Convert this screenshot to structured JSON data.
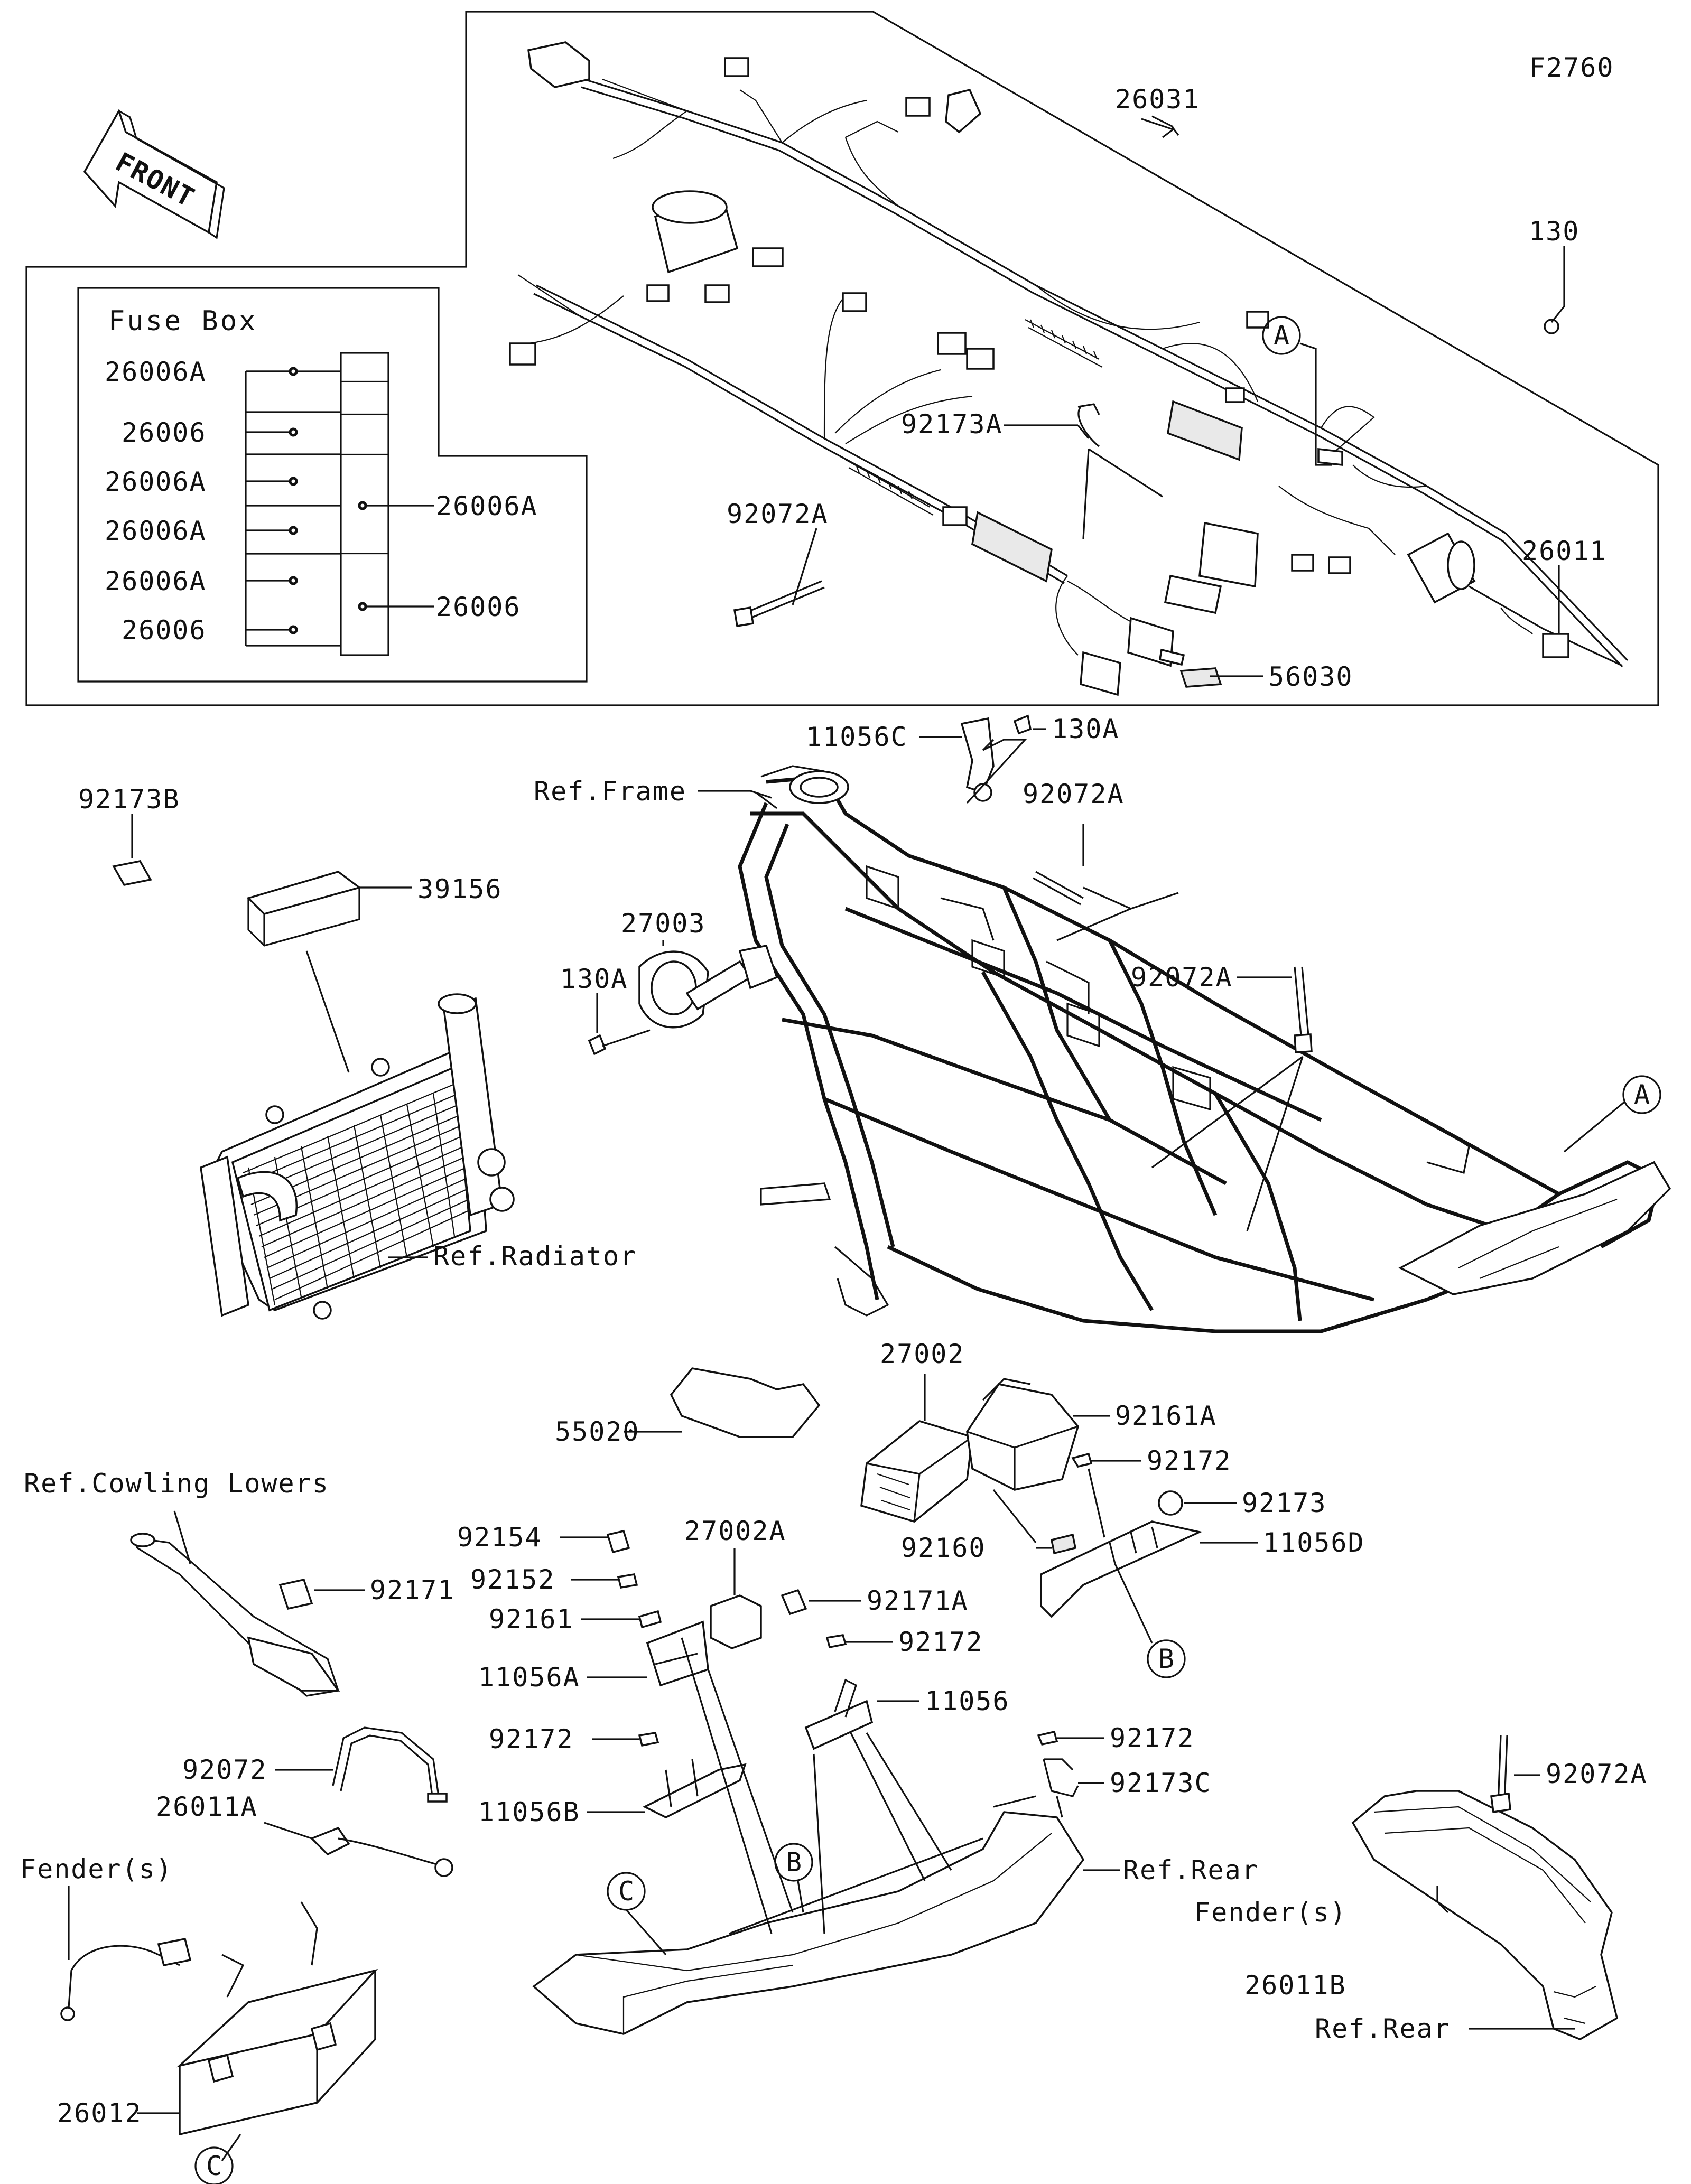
{
  "figure_code": "F2760",
  "front_arrow_label": "FRONT",
  "fuse_box": {
    "title": "Fuse Box",
    "left_labels": [
      "26006A",
      "26006",
      "26006A",
      "26006A",
      "26006A",
      "26006"
    ],
    "right_labels": [
      "26006A",
      "26006"
    ]
  },
  "reference_letters": [
    "A",
    "A",
    "B",
    "B",
    "C",
    "C"
  ],
  "part_labels": [
    "26031",
    "130",
    "92173A",
    "92072A",
    "26011",
    "56030",
    "11056C",
    "130A",
    "Ref.Frame",
    "92072A",
    "92173B",
    "39156",
    "27003",
    "130A",
    "92072A",
    "Ref.Radiator",
    "27002",
    "55020",
    "92161A",
    "92172",
    "92173",
    "92160",
    "11056D",
    "Ref.Cowling Lowers",
    "92171",
    "92154",
    "27002A",
    "92152",
    "92171A",
    "92161",
    "92172",
    "11056A",
    "11056",
    "92172",
    "92172",
    "92173C",
    "11056B",
    "92072A",
    "92072",
    "26011A",
    "Ref.Rear",
    "Fender(s)",
    "26011B",
    "Ref.Rear",
    "Fender(s)",
    "26012"
  ]
}
